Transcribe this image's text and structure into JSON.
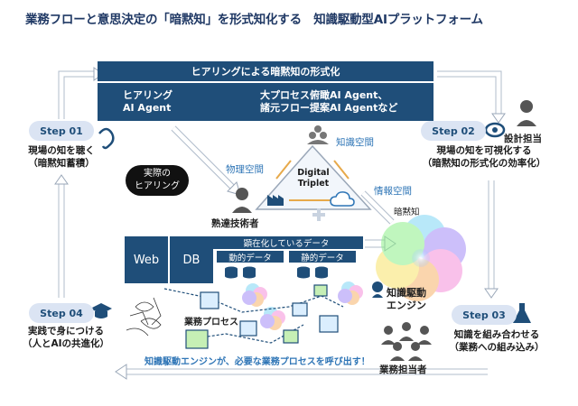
{
  "title": "業務フローと意思決定の「暗黙知」を形式知化する　知識駆動型AIプラットフォーム",
  "banner": "ヒアリングによる暗黙知の形式化",
  "agents": {
    "left_line1": "ヒアリング",
    "left_line2": "AI Agent",
    "right_line1": "大プロセス俯瞰AI  Agent、",
    "right_line2": "諸元フロー提案AI Agentなど"
  },
  "steps": [
    {
      "label": "Step 01",
      "line1": "現場の知を聴く",
      "line2": "（暗黙知蓄積）"
    },
    {
      "label": "Step 02",
      "line1": "現場の知を可視化する",
      "line2": "（暗黙知の形式化の効率化）"
    },
    {
      "label": "Step 03",
      "line1": "知識を組み合わせる",
      "line2": "（業務への組み込み）"
    },
    {
      "label": "Step 04",
      "line1": "実践で身につける",
      "line2": "（人とAIの共進化）"
    }
  ],
  "roles": {
    "designer": "設計担当",
    "expert": "熟達技術者",
    "business": "業務担当者"
  },
  "hearing_pill": {
    "line1": "実際の",
    "line2": "ヒアリング"
  },
  "spaces": {
    "physical": "物理空間",
    "knowledge": "知識空間",
    "information": "情報空間"
  },
  "digital_triplet": {
    "line1": "Digital",
    "line2": "Triplet"
  },
  "tacit_label": "暗黙知",
  "engine": {
    "line1": "知識駆動",
    "line2": "エンジン"
  },
  "data": {
    "explicit": "顕在化しているデータ",
    "dynamic": "動的データ",
    "static": "静的データ",
    "web": "Web",
    "db": "DB"
  },
  "process_label": "業務プロセス",
  "bottom_message": "知識駆動エンジンが、必要な業務プロセスを呼び出す！",
  "colors": {
    "navy": "#1f4e79",
    "step_bg": "#dbe4f3",
    "accent_blue": "#2e75b6",
    "title": "#1f3864"
  }
}
